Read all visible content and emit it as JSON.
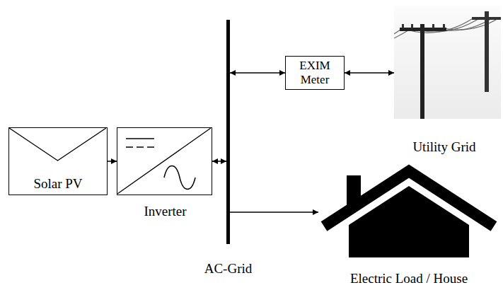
{
  "diagram": {
    "nodes": [
      {
        "text": [
          "Solar PV"
        ]
      },
      {
        "text": [
          "Inverter"
        ]
      },
      {
        "text": [
          "AC-Grid"
        ]
      },
      {
        "text": [
          "EXIM Meter"
        ]
      },
      {
        "text": [
          "Utility Grid"
        ]
      },
      {
        "text": [
          "Electric Load / House"
        ]
      }
    ],
    "edges": [
      {
        "from": 0,
        "to": 1,
        "arrow": "to"
      },
      {
        "from": 1,
        "to": 2,
        "arrow": "both"
      },
      {
        "from": 2,
        "to": 3,
        "arrow": "both"
      },
      {
        "from": 3,
        "to": 4,
        "arrow": "both"
      },
      {
        "from": 2,
        "to": 5,
        "arrow": "to"
      }
    ]
  }
}
